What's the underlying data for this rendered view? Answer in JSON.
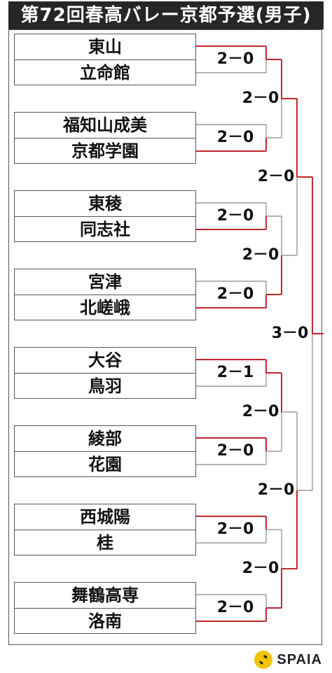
{
  "title": "第72回春高バレー京都予選(男子)",
  "colors": {
    "win": "#c0272d",
    "lose": "#888888",
    "header_bg": "#262626"
  },
  "matches": [
    {
      "top": "東山",
      "bottom": "立命館",
      "score": "2－0",
      "winner": "top"
    },
    {
      "top": "福知山成美",
      "bottom": "京都学園",
      "score": "2－0",
      "winner": "bottom"
    },
    {
      "top": "東稜",
      "bottom": "同志社",
      "score": "2－0",
      "winner": "bottom"
    },
    {
      "top": "宮津",
      "bottom": "北嵯峨",
      "score": "2－0",
      "winner": "bottom"
    },
    {
      "top": "大谷",
      "bottom": "鳥羽",
      "score": "2－1",
      "winner": "top"
    },
    {
      "top": "綾部",
      "bottom": "花園",
      "score": "2－0",
      "winner": "top"
    },
    {
      "top": "西城陽",
      "bottom": "桂",
      "score": "2－0",
      "winner": "top"
    },
    {
      "top": "舞鶴高専",
      "bottom": "洛南",
      "score": "2－0",
      "winner": "bottom"
    }
  ],
  "round2": [
    {
      "score": "2－0",
      "winner": "top"
    },
    {
      "score": "2－0",
      "winner": "bottom"
    },
    {
      "score": "2－0",
      "winner": "top"
    },
    {
      "score": "2－0",
      "winner": "bottom"
    }
  ],
  "semis": [
    {
      "score": "2－0",
      "winner": "top"
    },
    {
      "score": "2－0",
      "winner": "bottom"
    }
  ],
  "final": {
    "score": "3－0",
    "winner": "top"
  },
  "logo": {
    "text": "SPAIA",
    "icon": "spaia-ball-icon"
  }
}
